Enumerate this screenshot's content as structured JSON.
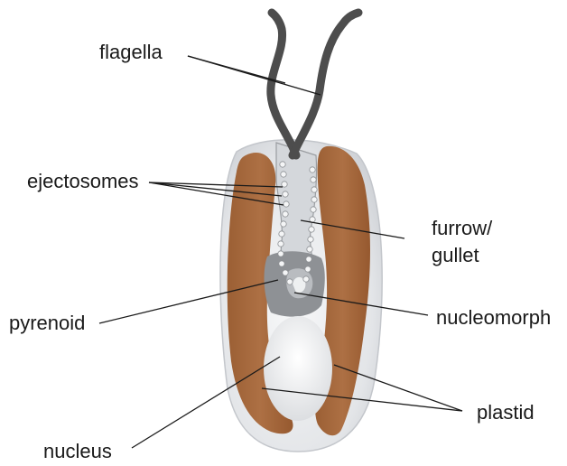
{
  "labels": {
    "flagella": "flagella",
    "ejectosomes": "ejectosomes",
    "furrow_line1": "furrow/",
    "furrow_line2": "gullet",
    "pyrenoid": "pyrenoid",
    "nucleomorph": "nucleomorph",
    "plastid": "plastid",
    "nucleus": "nucleus"
  },
  "colors": {
    "cell_body": "#e6e8eb",
    "cell_outline": "#c9ccd0",
    "plastid": "#a86a3e",
    "flagella": "#4d4d4d",
    "gullet": "#d3d6da",
    "pyrenoid": "#8f9296",
    "nucleomorph": "#b7babe",
    "ejectosome": "#f4f5f6",
    "leader_line": "#1a1a1a"
  }
}
